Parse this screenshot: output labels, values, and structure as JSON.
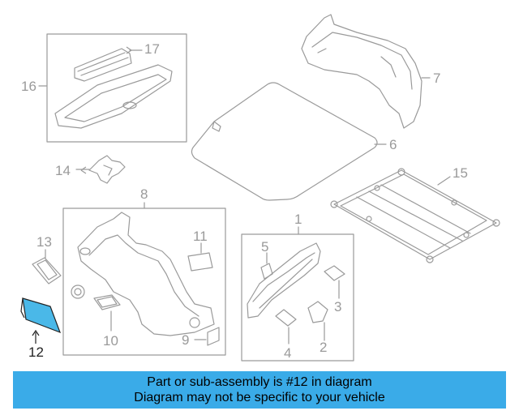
{
  "diagram": {
    "callouts": {
      "c1": "1",
      "c2": "2",
      "c3": "3",
      "c4": "4",
      "c5": "5",
      "c6": "6",
      "c7": "7",
      "c8": "8",
      "c9": "9",
      "c10": "10",
      "c11": "11",
      "c12": "12",
      "c13": "13",
      "c14": "14",
      "c15": "15",
      "c16": "16",
      "c17": "17"
    },
    "highlighted_part": "12",
    "highlight_color": "#4ab8e8",
    "line_color": "#9a9a9a"
  },
  "banner": {
    "line1": "Part or sub-assembly is #12 in diagram",
    "line2": "Diagram may not be specific to your vehicle",
    "background": "#3aabe8"
  }
}
